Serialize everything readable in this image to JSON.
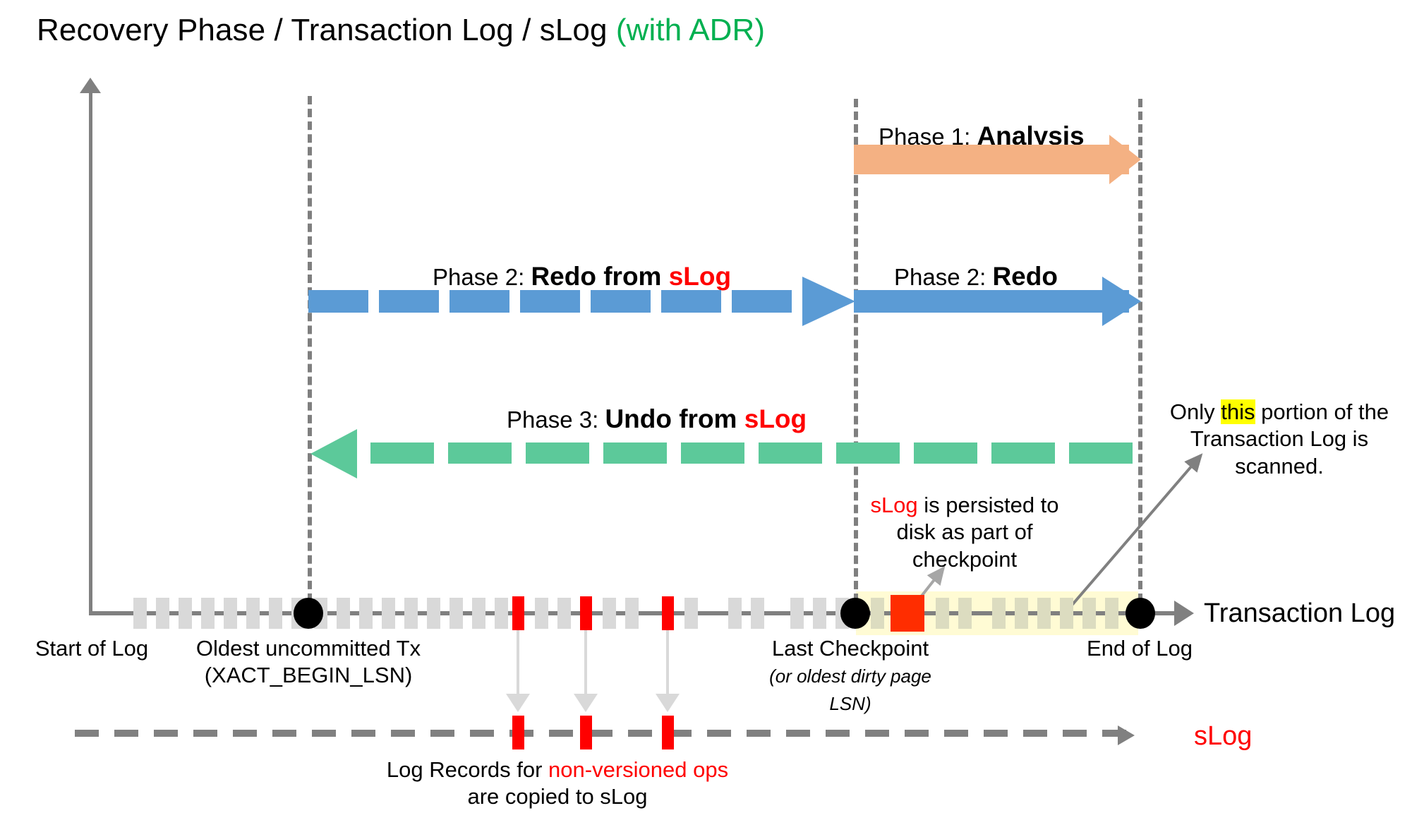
{
  "title": {
    "main": "Recovery Phase / Transaction Log / sLog ",
    "suffix": "(with ADR)",
    "accent_color": "#00B050"
  },
  "phases": [
    {
      "id": "analysis",
      "prefix": "Phase 1: ",
      "name": "Analysis",
      "style": "solid",
      "direction": "right",
      "color": "#F4B183",
      "from": "Last Checkpoint",
      "to": "End of Log"
    },
    {
      "id": "redo-from-slog",
      "prefix": "Phase 2: ",
      "name": "Redo from ",
      "name_accent": "sLog",
      "style": "dashed",
      "direction": "right",
      "color": "#5B9BD5",
      "from": "XACT_BEGIN_LSN",
      "to": "Last Checkpoint"
    },
    {
      "id": "redo",
      "prefix": "Phase 2: ",
      "name": "Redo",
      "style": "solid",
      "direction": "right",
      "color": "#5B9BD5",
      "from": "Last Checkpoint",
      "to": "End of Log"
    },
    {
      "id": "undo-from-slog",
      "prefix": "Phase 3: ",
      "name": "Undo from ",
      "name_accent": "sLog",
      "style": "dashed",
      "direction": "left",
      "color": "#5CC99A",
      "from": "End of Log",
      "to": "XACT_BEGIN_LSN"
    }
  ],
  "timeline": {
    "axis_label": "Transaction Log",
    "markers": [
      {
        "id": "start-of-log",
        "label": "Start of Log",
        "sublabel": ""
      },
      {
        "id": "xact-begin-lsn",
        "label": "Oldest uncommitted Tx",
        "sublabel": "(XACT_BEGIN_LSN)"
      },
      {
        "id": "last-checkpoint",
        "label": "Last Checkpoint",
        "sublabel": "(or oldest dirty page LSN)"
      },
      {
        "id": "end-of-log",
        "label": "End of Log",
        "sublabel": ""
      }
    ]
  },
  "slog": {
    "axis_label": "sLog",
    "axis_label_color": "#FF0000",
    "caption_line1_a": "Log Records for ",
    "caption_line1_b": "non-versioned ops",
    "caption_line2": "are copied to sLog",
    "record_count": 3
  },
  "annotations": [
    {
      "id": "slog-checkpoint-note",
      "line1_a": "sLog",
      "line1_b": " is persisted to",
      "line2": "disk as part of",
      "line3": "checkpoint"
    },
    {
      "id": "scanned-portion-note",
      "line1_a": "Only ",
      "line1_highlight": "this",
      "line1_b": " portion of the",
      "line2": "Transaction Log is scanned.",
      "highlight_color": "#FFFF00"
    }
  ],
  "colors": {
    "analysis": "#F4B183",
    "redo": "#5B9BD5",
    "undo": "#5CC99A",
    "record": "#D9D9D9",
    "record_highlight": "#FF0000",
    "axis": "#808080",
    "scan_band": "#FFFACD"
  }
}
